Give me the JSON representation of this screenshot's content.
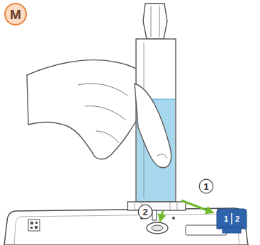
{
  "diagram": {
    "nodes": [
      {
        "text": [
          "M"
        ]
      },
      {
        "text": [
          "1"
        ]
      },
      {
        "text": [
          "2"
        ]
      },
      {
        "text": [
          "1",
          "2"
        ]
      }
    ]
  }
}
